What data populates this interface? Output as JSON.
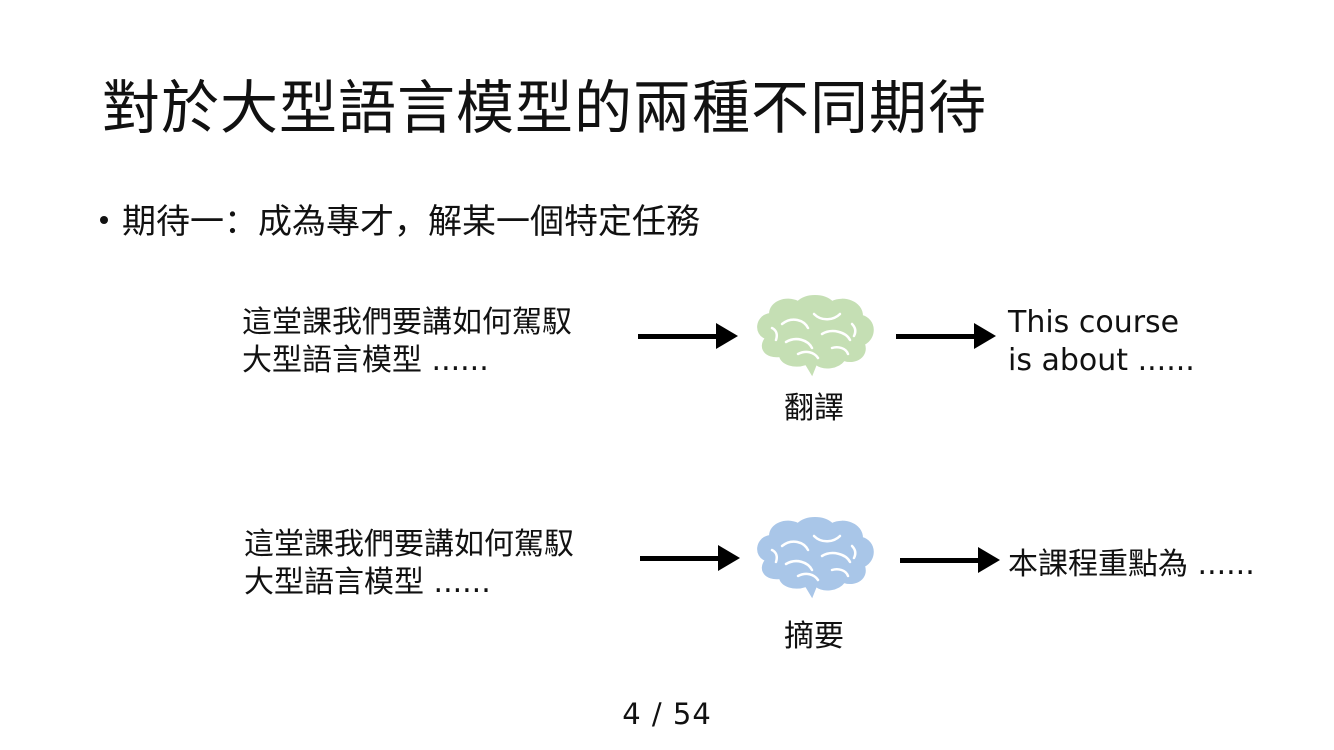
{
  "slide": {
    "title": "對於大型語言模型的兩種不同期待",
    "bullet": "期待一：成為專才，解某一個特定任務"
  },
  "examples": [
    {
      "input_line1": "這堂課我們要講如何駕馭",
      "input_line2": "大型語言模型 ......",
      "task": "翻譯",
      "brain_color": "#c5dfb4",
      "brain_stroke": "#ffffff",
      "output_line1": "This course",
      "output_line2": "is about ......"
    },
    {
      "input_line1": "這堂課我們要講如何駕馭",
      "input_line2": "大型語言模型 ......",
      "task": "摘要",
      "brain_color": "#a9c6e8",
      "brain_stroke": "#ffffff",
      "output_line1": "本課程重點為 ......"
    }
  ],
  "footer": {
    "page_number": "4 / 54"
  },
  "icons": {
    "brain": "brain-icon",
    "arrow": "right-arrow-icon"
  }
}
